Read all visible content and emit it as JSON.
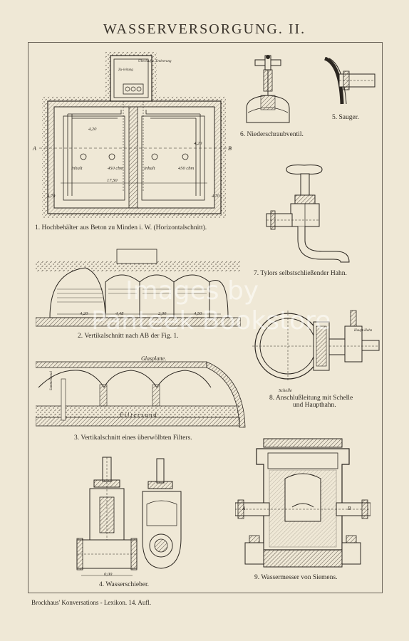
{
  "title": "WASSERVERSORGUNG. II.",
  "figures": {
    "fig1": {
      "caption": "1. Hochbehälter aus Beton zu Minden i. W. (Horizontalschnitt).",
      "label_a": "A",
      "label_b": "B",
      "inhalt_left": "Inhalt",
      "volume_left": "450 cbm",
      "inhalt_right": "Inhalt",
      "volume_right": "450 cbm",
      "dim_width": "17,50",
      "dim_left_height": "4,20",
      "dim_right_height": "4,20",
      "dim_bottom_left": "4,70",
      "dim_bottom_right": "4,70",
      "label_ueberlauf": "Überlauf u. Entleerung",
      "label_zuleitung": "Zu-leitung"
    },
    "fig2": {
      "caption": "2. Vertikalschnitt nach AB der Fig. 1.",
      "dim_1": "4,20",
      "dim_2": "4,48",
      "dim_3": "2,00",
      "dim_4": "4,50"
    },
    "fig3": {
      "caption": "3. Vertikalschnitt eines überwölbten Filters.",
      "label_glasplatte": "Glasplatte.",
      "label_filtersand": "Filtersand",
      "label_sammelkanal": "Sammelkanal"
    },
    "fig4": {
      "caption": "4. Wasserschieber.",
      "dim": "0,00"
    },
    "fig5": {
      "caption": "5. Sauger."
    },
    "fig6": {
      "caption": "6. Niederschraubventil."
    },
    "fig7": {
      "caption": "7. Tylors selbstschließender Hahn."
    },
    "fig8": {
      "caption_line1": "8. Anschlußleitung mit Schelle",
      "caption_line2": "und Haupthahn.",
      "label_schelle": "Schelle",
      "label_haupthahn": "Haupt-Hahn"
    },
    "fig9": {
      "caption": "9. Wassermesser von Siemens.",
      "label_a": "A",
      "label_b": "B"
    }
  },
  "footer": "Brockhaus' Konversations - Lexikon. 14. Aufl.",
  "watermark": {
    "line1": "Images by",
    "line2": "Panteek Bookstore"
  }
}
